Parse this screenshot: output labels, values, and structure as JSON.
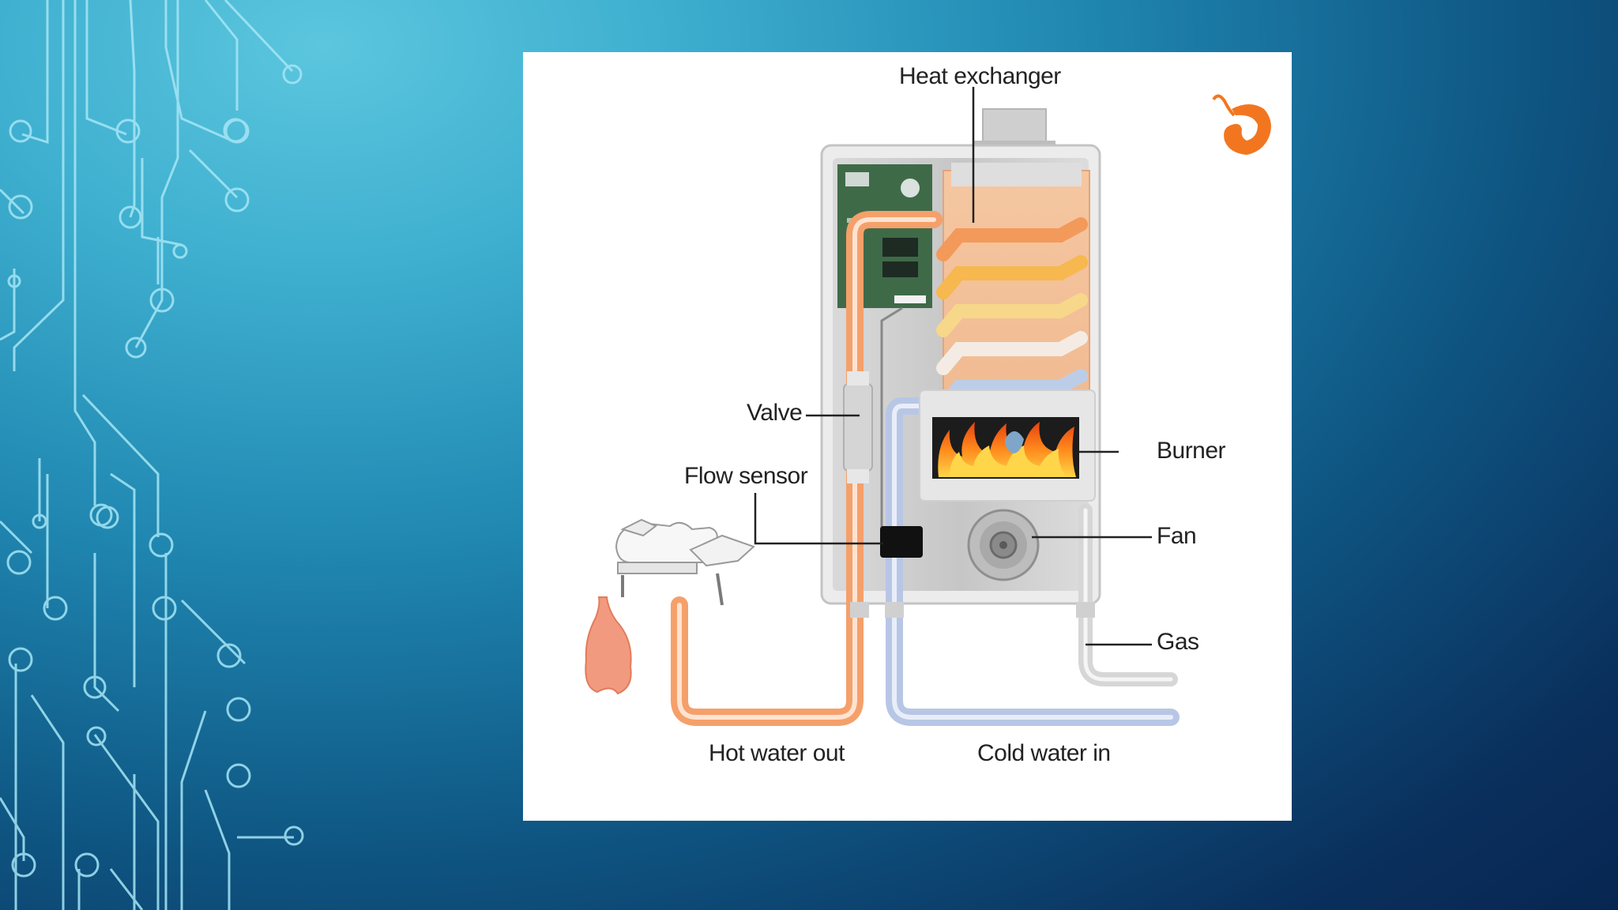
{
  "slide": {
    "theme_colors": {
      "background_light": "#5cc6de",
      "background_dark": "#082652",
      "circuit_line": "#9fe3f3"
    },
    "figure": {
      "logo_icon": "orange-bird-logo-icon",
      "labels": {
        "heat_exchanger": "Heat exchanger",
        "valve": "Valve",
        "flow_sensor": "Flow sensor",
        "burner": "Burner",
        "fan": "Fan",
        "gas": "Gas",
        "hot_water_out": "Hot water out",
        "cold_water_in": "Cold water in"
      }
    }
  }
}
